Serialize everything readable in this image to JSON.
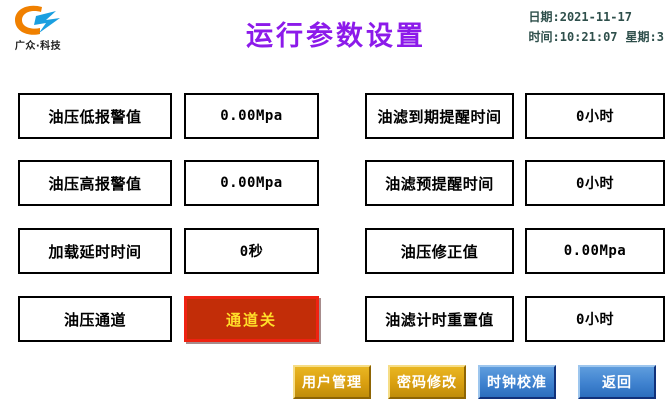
{
  "header": {
    "logo_text": "广众·科技",
    "logo_icon": "company-logo-orange-c-with-blue-lightning",
    "title": "运行参数设置",
    "title_color": "#8c1aea",
    "date_label": "日期:",
    "date_value": "2021-11-17",
    "time_label": "时间:",
    "time_value": "10:21:07",
    "week_label": "星期:",
    "week_value": "3",
    "datetime_color": "#2e4f4b"
  },
  "params": {
    "left": [
      {
        "label": "油压低报警值",
        "value": "0.00Mpa",
        "type": "value"
      },
      {
        "label": "油压高报警值",
        "value": "0.00Mpa",
        "type": "value"
      },
      {
        "label": "加载延时时间",
        "value": "0秒",
        "type": "value"
      },
      {
        "label": "油压通道",
        "value": "通道关",
        "type": "toggle"
      }
    ],
    "right": [
      {
        "label": "油滤到期提醒时间",
        "value": "0小时",
        "type": "value"
      },
      {
        "label": "油滤预提醒时间",
        "value": "0小时",
        "type": "value"
      },
      {
        "label": "油压修正值",
        "value": "0.00Mpa",
        "type": "value"
      },
      {
        "label": "油滤计时重置值",
        "value": "0小时",
        "type": "value"
      }
    ]
  },
  "toggle_colors": {
    "fill": "#c22d08",
    "border": "#ef2211",
    "text": "#ffdf2a"
  },
  "buttons": [
    {
      "label": "用户管理",
      "style": "gold"
    },
    {
      "label": "密码修改",
      "style": "gold"
    },
    {
      "label": "时钟校准",
      "style": "blue"
    },
    {
      "label": "返回",
      "style": "blue"
    }
  ]
}
